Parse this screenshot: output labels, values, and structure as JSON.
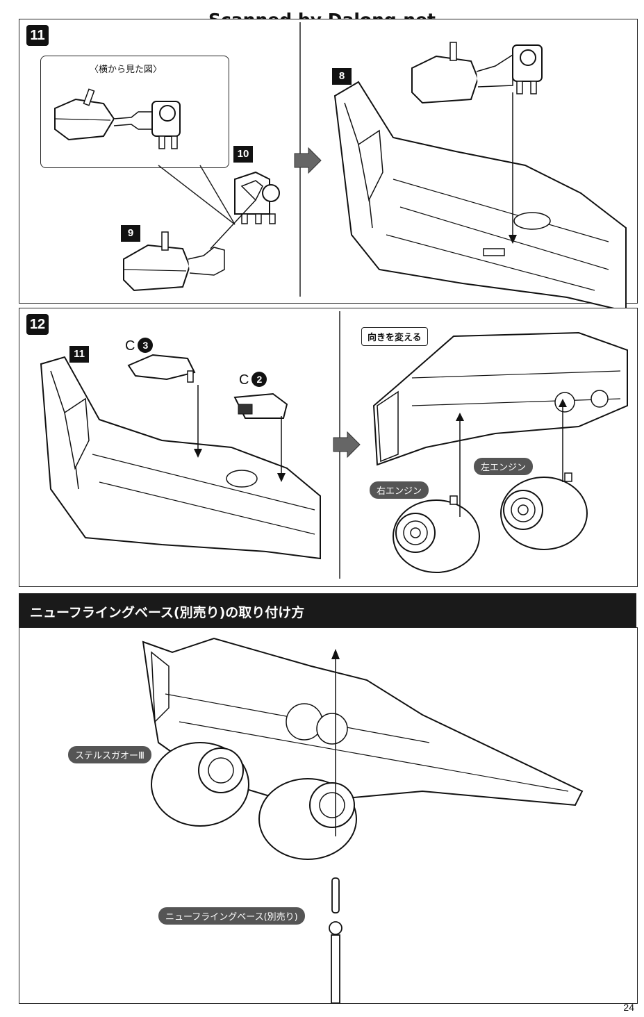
{
  "watermark": "Scanned by Dalong.net",
  "page_number": "24",
  "step11": {
    "number": "11",
    "callout_title": "〈横から見た図〉",
    "parts": {
      "p10": "10",
      "p9": "9",
      "p8": "8"
    }
  },
  "step12": {
    "number": "12",
    "parts": {
      "p11": "11"
    },
    "part_refs": [
      {
        "letter": "C",
        "num": "3"
      },
      {
        "letter": "C",
        "num": "2"
      }
    ],
    "labels": {
      "turn": "向きを変える",
      "right_engine": "右エンジン",
      "left_engine": "左エンジン"
    }
  },
  "section": {
    "title": "ニューフライングベース(別売り)の取り付け方",
    "labels": {
      "model": "ステルスガオーⅢ",
      "base": "ニューフライングベース(別売り)"
    }
  }
}
